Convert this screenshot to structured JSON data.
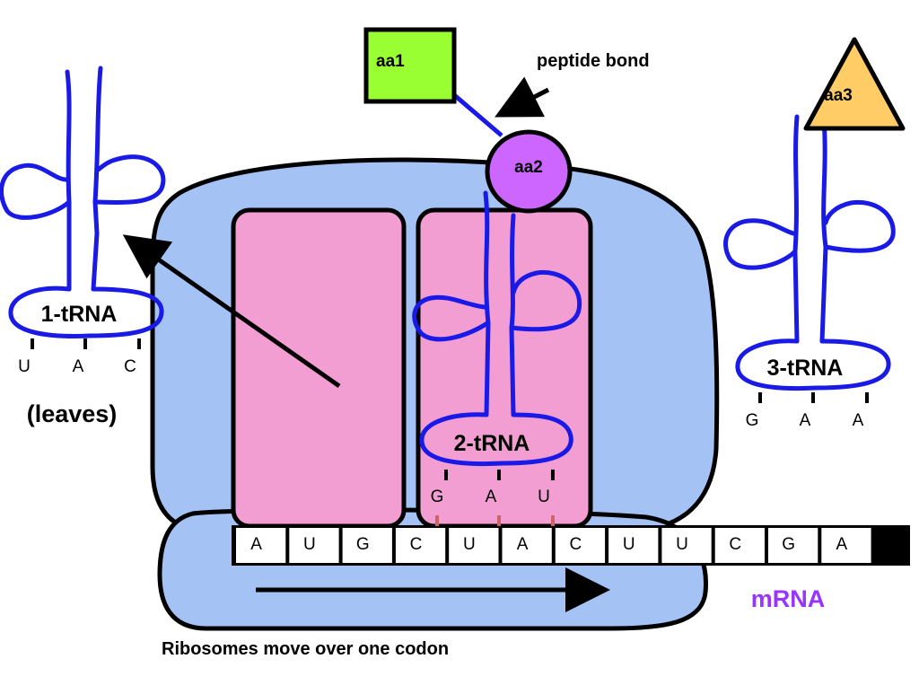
{
  "amino_acids": {
    "aa1": "aa1",
    "aa2": "aa2",
    "aa3": "aa3"
  },
  "peptide_bond_label": "peptide bond",
  "trnas": {
    "t1": {
      "label": "1-tRNA",
      "anticodon": [
        "U",
        "A",
        "C"
      ],
      "note": "(leaves)"
    },
    "t2": {
      "label": "2-tRNA",
      "anticodon": [
        "G",
        "A",
        "U"
      ]
    },
    "t3": {
      "label": "3-tRNA",
      "anticodon": [
        "G",
        "A",
        "A"
      ]
    }
  },
  "mrna": {
    "label": "mRNA",
    "bases": [
      "A",
      "U",
      "G",
      "C",
      "U",
      "A",
      "C",
      "U",
      "U",
      "C",
      "G",
      "A"
    ]
  },
  "caption": "Ribosomes move over one codon",
  "colors": {
    "ribosome": "#a4c2f4",
    "site": "#f29ed2",
    "trna_line": "#1a1ae6",
    "aa1": "#99ff33",
    "aa2": "#cc66ff",
    "aa3": "#ffcc66",
    "mrna_label": "#9933ff",
    "pairing": "#cc6666"
  }
}
